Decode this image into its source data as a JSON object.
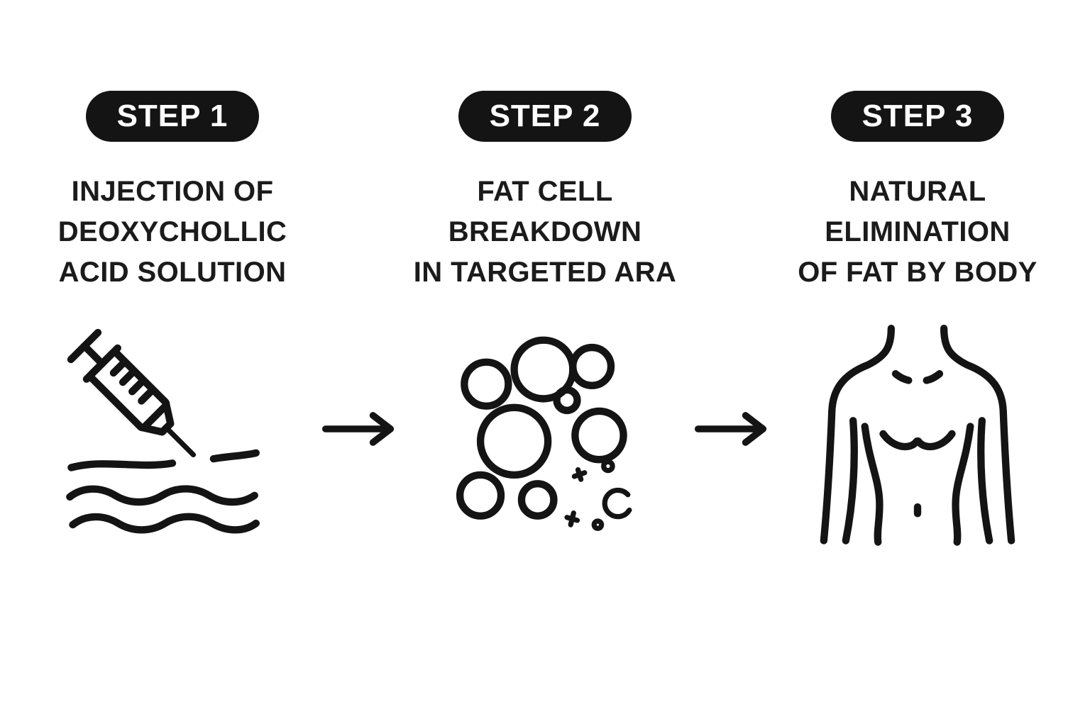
{
  "page": {
    "background_color": "#ffffff",
    "ink_color": "#141414",
    "badge_text_color": "#ffffff"
  },
  "steps": [
    {
      "badge": "STEP 1",
      "title": "INJECTION OF\nDEOXYCHOLLIC\nACID SOLUTION",
      "icon": "syringe-injection-icon"
    },
    {
      "badge": "STEP 2",
      "title": "FAT CELL\nBREAKDOWN\nIN TARGETED ARA",
      "icon": "fat-cells-icon"
    },
    {
      "badge": "STEP 3",
      "title": "NATURAL\nELIMINATION\nOF FAT BY BODY",
      "icon": "male-torso-icon"
    }
  ],
  "arrows": [
    {
      "icon": "right-arrow-icon"
    },
    {
      "icon": "right-arrow-icon"
    }
  ]
}
